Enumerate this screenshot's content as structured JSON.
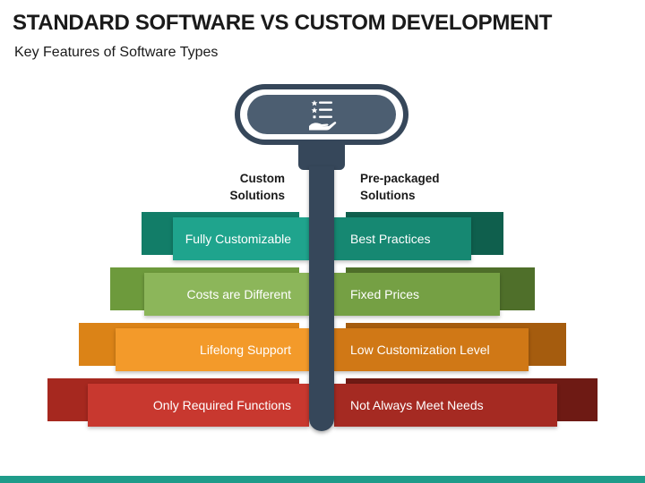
{
  "title": "STANDARD SOFTWARE VS CUSTOM DEVELOPMENT",
  "subtitle": "Key Features of Software Types",
  "columns": {
    "left": "Custom Solutions",
    "right": "Pre-packaged Solutions"
  },
  "icon": "checklist-hand-icon",
  "rows": [
    {
      "left": "Fully Customizable",
      "right": "Best Practices",
      "color_front": "#1fa48d",
      "color_back": "#127d68"
    },
    {
      "left": "Costs are Different",
      "right": "Fixed Prices",
      "color_front": "#8cb65a",
      "color_back": "#5f8a32"
    },
    {
      "left": "Lifelong Support",
      "right": "Low Customization Level",
      "color_front": "#f39a2a",
      "color_back": "#cf7813"
    },
    {
      "left": "Only Required Functions",
      "right": "Not Always Meet Needs",
      "color_front": "#c8382f",
      "color_back": "#8e2019"
    }
  ]
}
